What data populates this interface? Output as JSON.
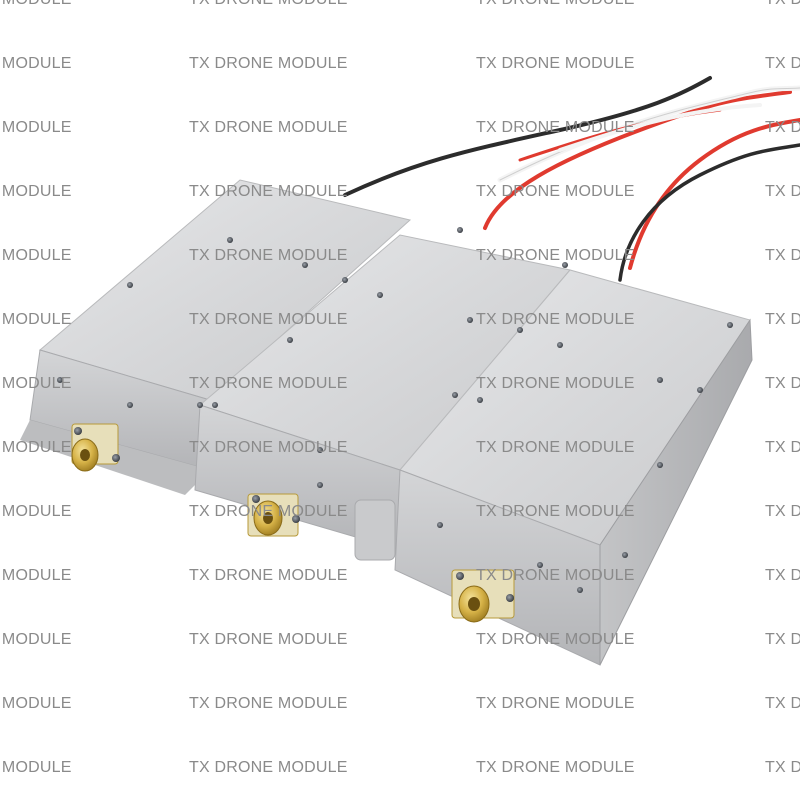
{
  "watermark": {
    "text": "TX DRONE MODULE",
    "color": "#8a8a8a"
  },
  "product": {
    "module_count": 3,
    "connector_type": "SMA female",
    "enclosure_color": "#d9dadc",
    "connector_color": "#d9b54a",
    "wire_colors": [
      "#e03a2f",
      "#2c2c2c",
      "#ffffff"
    ]
  }
}
